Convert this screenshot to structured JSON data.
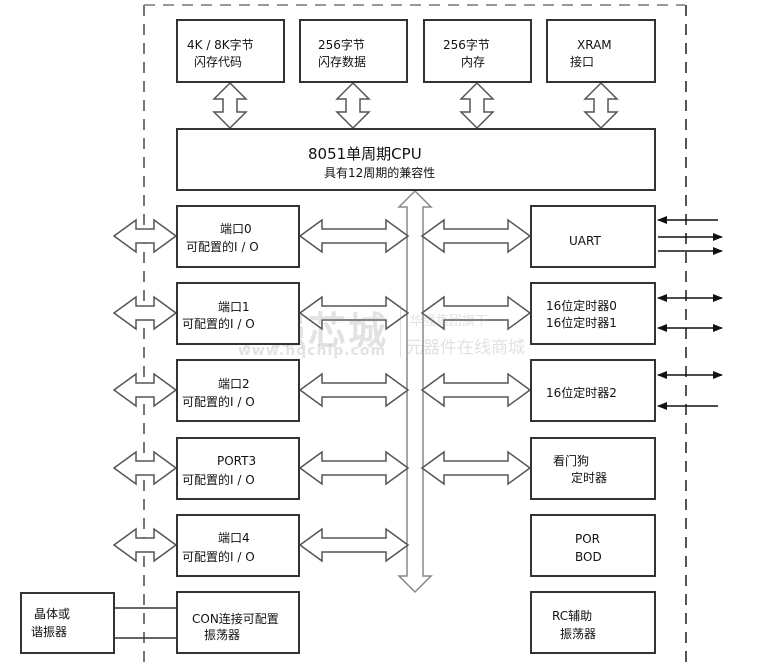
{
  "diagram": {
    "title": "8051 microcontroller block diagram",
    "memory_blocks": [
      {
        "line1": "4K / 8K字节",
        "line2": "闪存代码"
      },
      {
        "line1": "256字节",
        "line2": "闪存数据"
      },
      {
        "line1": "256字节",
        "line2": "内存"
      },
      {
        "line1": "XRAM",
        "line2": "接口"
      }
    ],
    "cpu": {
      "line1": "8051单周期CPU",
      "line2": "具有12周期的兼容性"
    },
    "ports": [
      {
        "line1": "端口0",
        "line2": "可配置的I / O"
      },
      {
        "line1": "端口1",
        "line2": "可配置的I / O"
      },
      {
        "line1": "端口2",
        "line2": "可配置的I / O"
      },
      {
        "line1": "PORT3",
        "line2": "可配置的I / O"
      },
      {
        "line1": "端口4",
        "line2": "可配置的I / O"
      }
    ],
    "peripherals": [
      {
        "line1": "UART",
        "line2": ""
      },
      {
        "line1": "16位定时器0",
        "line2": "16位定时器1"
      },
      {
        "line1": "16位定时器2",
        "line2": ""
      },
      {
        "line1": "看门狗",
        "line2": "定时器"
      },
      {
        "line1": "POR",
        "line2": "BOD"
      },
      {
        "line1": "RC辅助",
        "line2": "振荡器"
      }
    ],
    "oscillator": {
      "line1": "CON连接可配置",
      "line2": "振荡器"
    },
    "crystal": {
      "line1": "晶体或",
      "line2": "谐振器"
    }
  },
  "watermark": {
    "brand": "华强芯城",
    "url": "www.hqchip.com",
    "tagline1": "华强集团旗下",
    "tagline2": "元器件在线商城"
  },
  "colors": {
    "box_border": "#333333",
    "arrow_outline": "#555555",
    "bus_line": "#999999",
    "dashed_border": "#888888"
  }
}
